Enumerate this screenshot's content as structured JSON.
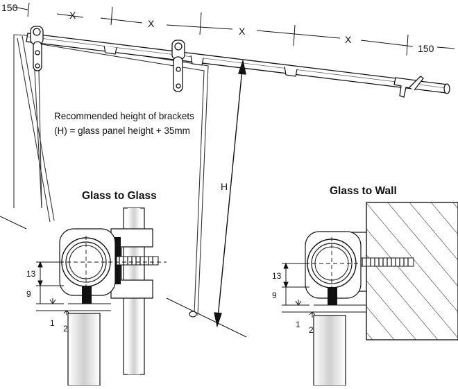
{
  "top_dims": {
    "left_edge": "150",
    "spacings": [
      "X",
      "X",
      "X",
      "X"
    ],
    "right_edge": "150"
  },
  "note": {
    "line1": "Recommended height of brackets",
    "line2": "(H)  = glass panel height + 35mm"
  },
  "height_label": "H",
  "glass_to_glass": {
    "title": "Glass to Glass",
    "dims": [
      "13",
      "9",
      "1",
      "2"
    ]
  },
  "glass_to_wall": {
    "title": "Glass to Wall",
    "dims": [
      "13",
      "9",
      "1",
      "2"
    ]
  }
}
